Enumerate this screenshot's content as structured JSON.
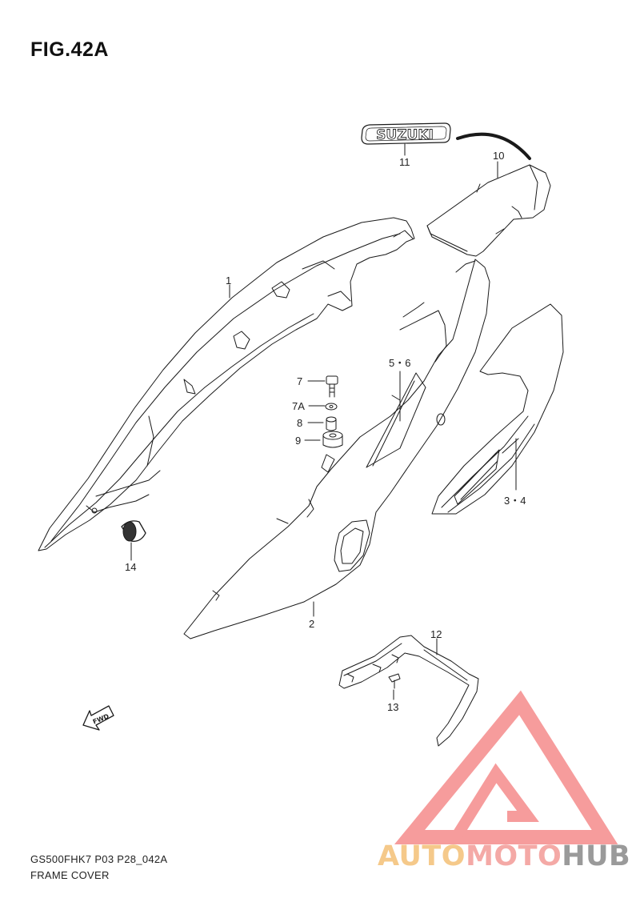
{
  "figure": {
    "title": "FIG.42A",
    "code": "GS500FHK7 P03 P28_042A",
    "name": "FRAME COVER"
  },
  "callouts": {
    "p1": "1",
    "p2": "2",
    "p3_4": "3・4",
    "p5_6": "5・6",
    "p7": "7",
    "p7a": "7A",
    "p8": "8",
    "p9": "9",
    "p10": "10",
    "p11": "11",
    "p12": "12",
    "p13": "13",
    "p14": "14"
  },
  "badge_text": "SUZUKI",
  "fwd_label": "FWD",
  "watermark": {
    "parts": [
      "AUTO",
      "MOTO",
      "HUB"
    ],
    "colors": {
      "auto": "#f5c98a",
      "moto": "#f4a9a6",
      "hub": "#9a9a9a",
      "logo": "#f58b8b"
    }
  }
}
